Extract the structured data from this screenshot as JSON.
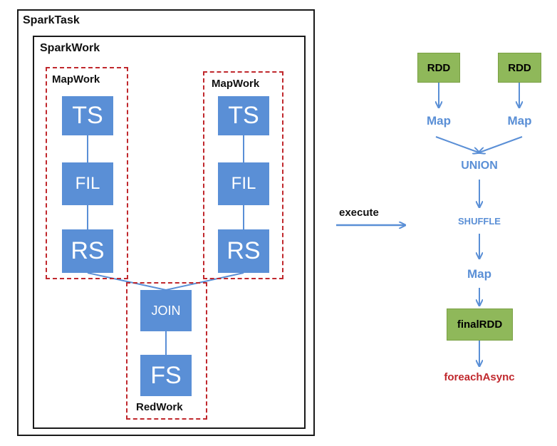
{
  "spark_task": {
    "title": "SparkTask"
  },
  "spark_work": {
    "title": "SparkWork"
  },
  "map_work_left": {
    "label": "MapWork",
    "ops": [
      "TS",
      "FIL",
      "RS"
    ]
  },
  "map_work_right": {
    "label": "MapWork",
    "ops": [
      "TS",
      "FIL",
      "RS"
    ]
  },
  "red_work": {
    "label": "RedWork",
    "ops": [
      "JOIN",
      "FS"
    ]
  },
  "execute": {
    "label": "execute"
  },
  "rdd_flow": {
    "rdd_left": "RDD",
    "rdd_right": "RDD",
    "map_left": "Map",
    "map_right": "Map",
    "union": "UNION",
    "shuffle": "SHUFFLE",
    "map_bottom": "Map",
    "final_rdd": "finalRDD",
    "foreach": "foreachAsync"
  },
  "colors": {
    "operator_blue": "#5a8fd6",
    "rdd_green": "#8fb85a",
    "dashed_red": "#c0282d",
    "arrow_blue": "#5a8fd6"
  }
}
